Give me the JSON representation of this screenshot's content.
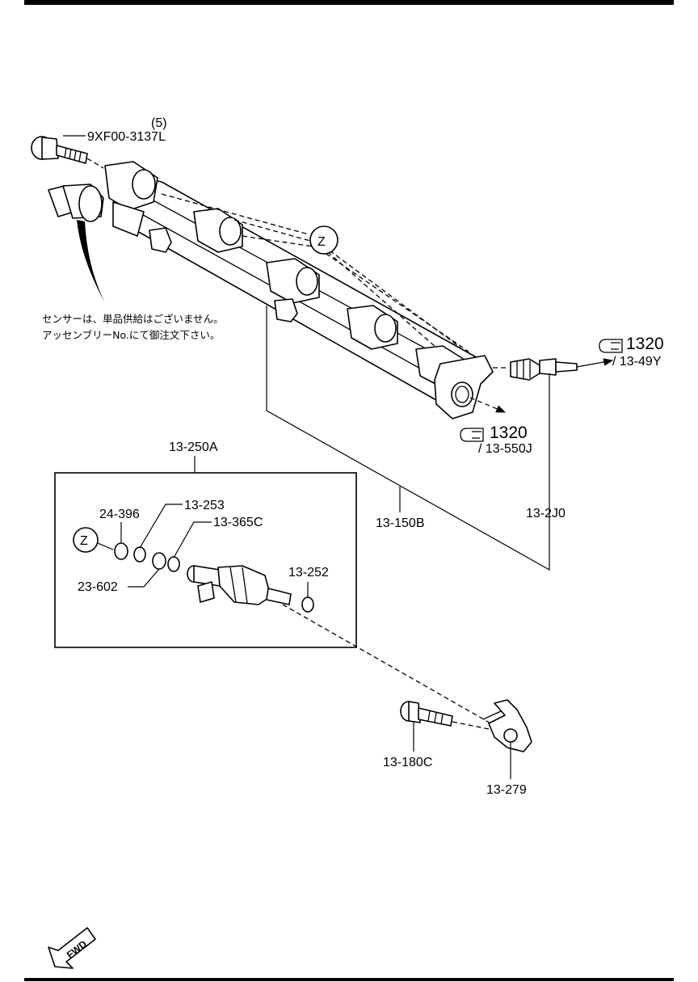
{
  "labels": {
    "bolt_qty": "(5)",
    "bolt_part": "9XF00-3137L",
    "ref_z_top": "Z",
    "ref_z_box": "Z",
    "sensor_note_line1": "センサーは、単品供給はございません。",
    "sensor_note_line2": "アッセンブリーNo.にて御注文下さい。",
    "ref_1320_right": "1320",
    "ref_1349y": "/ 13-49Y",
    "ref_1320_mid": "1320",
    "ref_13550j": "/ 13-550J",
    "injector_assy": "13-250A",
    "part_24396": "24-396",
    "part_13253": "13-253",
    "part_13365c": "13-365C",
    "part_23602": "23-602",
    "part_13252": "13-252",
    "fuel_rail": "13-150B",
    "pressure_sensor": "13-2J0",
    "bolt_lower": "13-180C",
    "bracket": "13-279",
    "fwd": "FWD"
  }
}
